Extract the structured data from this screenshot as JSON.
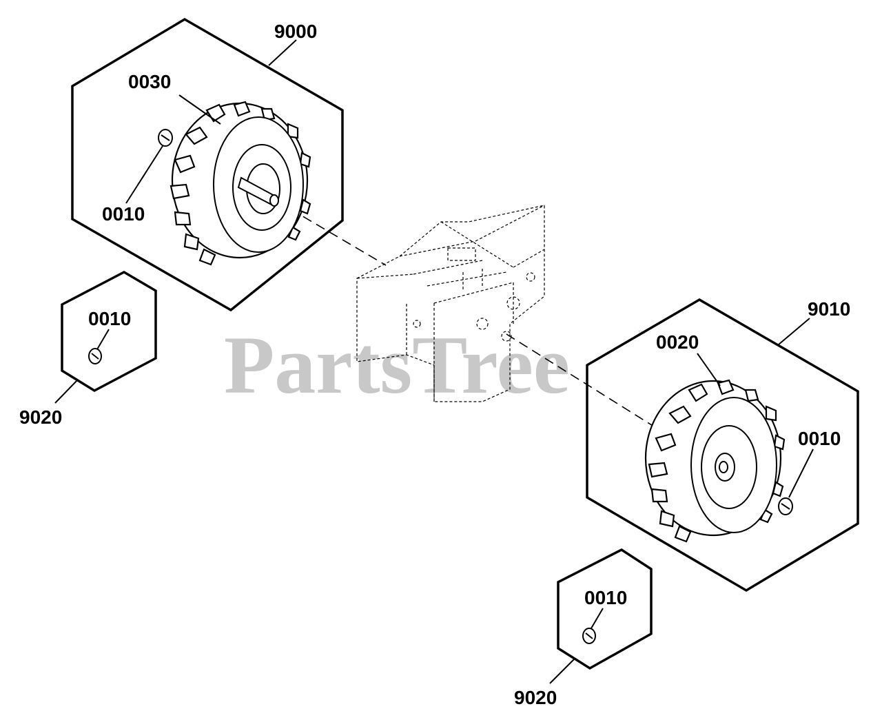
{
  "watermark": {
    "text": "PartsTree",
    "trademark": "™"
  },
  "callouts": {
    "kit_left": "9000",
    "kit_right": "9010",
    "kit_pin_left": "9020",
    "kit_pin_right": "9020",
    "wheel_left": "0030",
    "pin_left_wheel": "0010",
    "pin_left_kit": "0010",
    "wheel_right": "0020",
    "pin_right_wheel": "0010",
    "pin_right_kit": "0010"
  },
  "colors": {
    "line": "#000000",
    "watermark": "#c8c8c8",
    "background": "#ffffff"
  }
}
